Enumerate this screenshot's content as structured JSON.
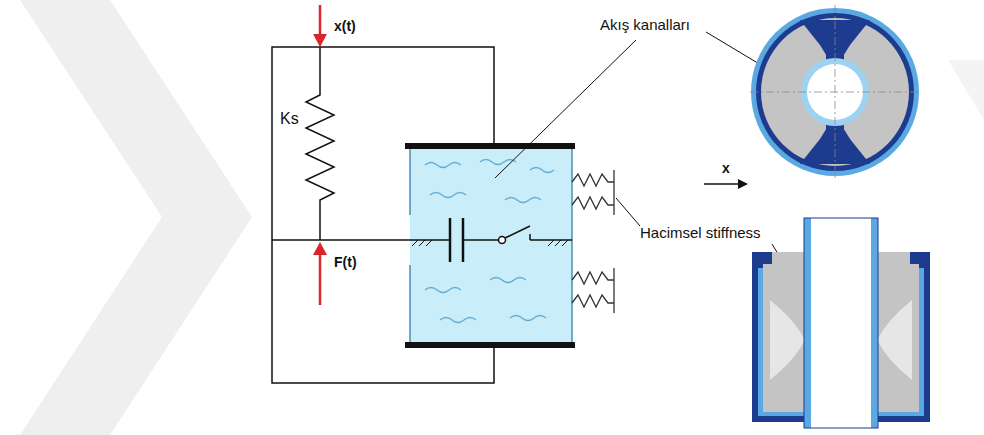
{
  "diagram": {
    "labels": [
      "x(t)",
      "Ks",
      "F(t)",
      "Akış kanalları",
      "Hacimsel stiffness",
      "x"
    ]
  }
}
